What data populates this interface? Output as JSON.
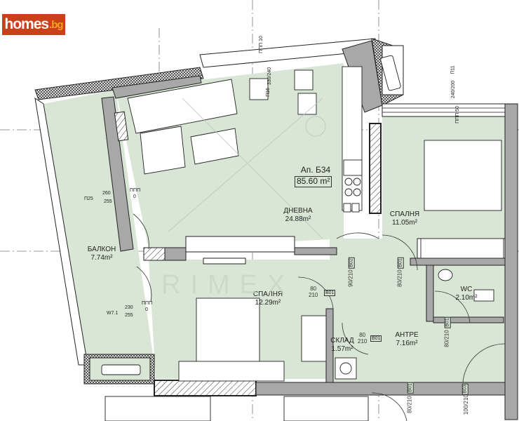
{
  "logo": {
    "brand": "homes",
    "tld": ".bg",
    "bg_color": "#c9401a",
    "tld_color": "#f7a41d"
  },
  "watermark": "RIMEX",
  "apartment": {
    "name": "Ап. Б34",
    "area": "85.60 m²"
  },
  "rooms": [
    {
      "id": "living",
      "name": "ДНЕВНА",
      "area": "24.88m²"
    },
    {
      "id": "bedroom1",
      "name": "СПАЛНЯ",
      "area": "11.05m²"
    },
    {
      "id": "bedroom2",
      "name": "СПАЛНЯ",
      "area": "12.29m²"
    },
    {
      "id": "balcony",
      "name": "БАЛКОН",
      "area": "7.74m²"
    },
    {
      "id": "wc",
      "name": "WC",
      "area": "2.10m²"
    },
    {
      "id": "hall",
      "name": "АНТРЕ",
      "area": "7.16m²"
    },
    {
      "id": "storage",
      "name": "СКЛАД",
      "area": "1.57m²"
    }
  ],
  "windows": [
    {
      "code": "П25",
      "width": "260",
      "height": "255",
      "sill_label": "ППП",
      "sill": "0"
    },
    {
      "code": "W7.1",
      "width": "230",
      "height": "255",
      "sill_label": "ППП",
      "sill": "0"
    },
    {
      "code": "П16",
      "width": "330",
      "height": "240",
      "sill_label": "ППП",
      "sill": "10"
    },
    {
      "code": "П11",
      "width": "240",
      "height": "200",
      "sill_label": "ППП",
      "sill": "50"
    }
  ],
  "doors": [
    {
      "code": "B02",
      "width": "90",
      "height": "210"
    },
    {
      "code": "B01",
      "width": "80",
      "height": "210",
      "location": "bedroom2"
    },
    {
      "code": "B01",
      "width": "80",
      "height": "210",
      "location": "bedroom1"
    },
    {
      "code": "B01",
      "width": "80",
      "height": "210",
      "location": "storage"
    },
    {
      "code": "B01",
      "width": "80",
      "height": "210",
      "location": "wc"
    },
    {
      "code": "B01",
      "width": "80",
      "height": "210",
      "location": "bottom"
    },
    {
      "code": "B03",
      "width": "100",
      "height": "210",
      "location": "entrance"
    }
  ],
  "colors": {
    "floor": "#d9e6d5",
    "wall": "#a8a8a8",
    "outline": "#222222",
    "hatch": "#333333"
  }
}
